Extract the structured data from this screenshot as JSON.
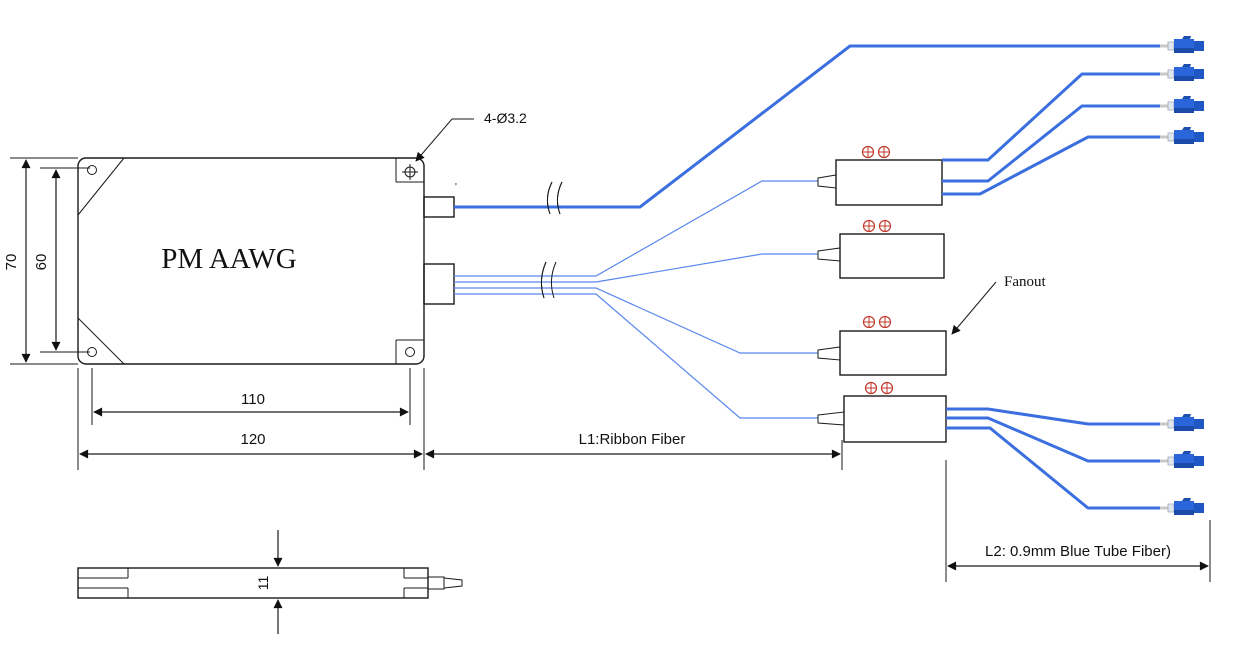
{
  "device": {
    "title": "PM AAWG"
  },
  "dimensions": {
    "height_outer": "70",
    "height_inner": "60",
    "width_inner": "110",
    "width_outer": "120",
    "hole_callout": "4-Ø3.2",
    "thickness": "11"
  },
  "fibers": {
    "l1": "L1:Ribbon Fiber",
    "l2": "L2: 0.9mm Blue Tube Fiber)"
  },
  "fanout": {
    "label": "Fanout"
  },
  "colors": {
    "fiber_blue": "#3b6fe0",
    "connector_blue": "#2a66d9",
    "line": "#1a1a1a",
    "screw": "#c0392b"
  }
}
